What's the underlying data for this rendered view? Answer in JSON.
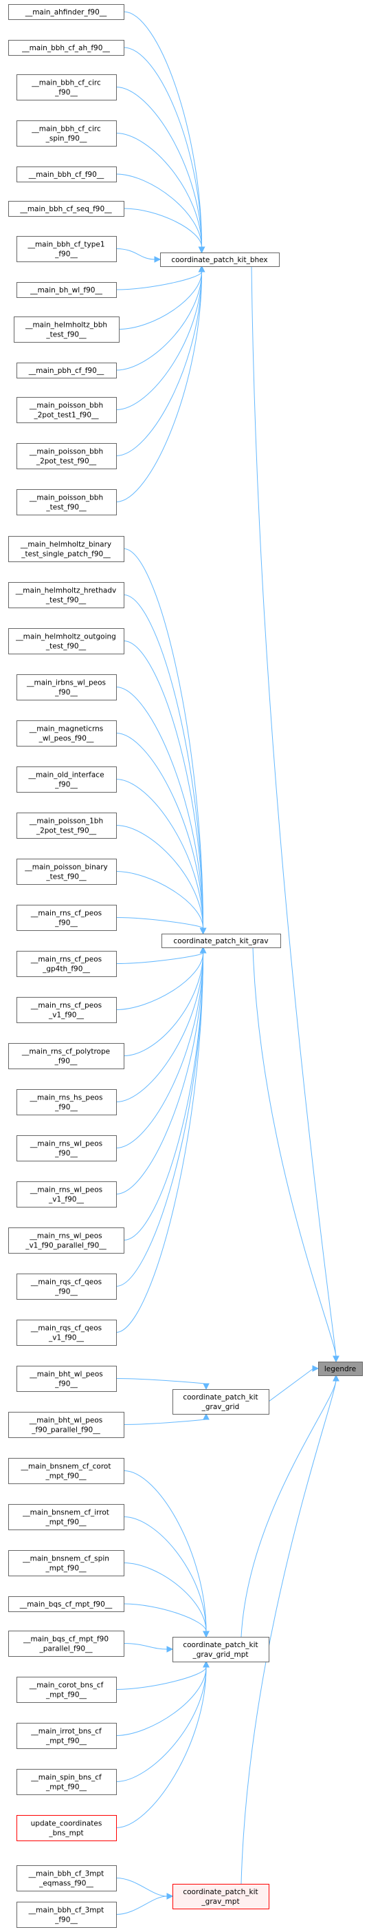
{
  "colors": {
    "node_fill": "#ffffff",
    "node_border": "#666666",
    "red_border": "#ff0000",
    "pink_fill": "#fff0f0",
    "selected_fill": "#999999",
    "edge": "#63b8ff"
  },
  "nodes": {
    "legendre": [
      "legendre"
    ],
    "bhex": [
      "coordinate_patch_kit_bhex"
    ],
    "grav": [
      "coordinate_patch_kit_grav"
    ],
    "grav_grid": [
      "coordinate_patch_kit",
      "_grav_grid"
    ],
    "grav_grid_mpt": [
      "coordinate_patch_kit",
      "_grav_grid_mpt"
    ],
    "grav_mpt": [
      "coordinate_patch_kit",
      "_grav_mpt"
    ],
    "a1": [
      "__main_ahfinder_f90__"
    ],
    "a2": [
      "__main_bbh_cf_ah_f90__"
    ],
    "a3": [
      "__main_bbh_cf_circ",
      "_f90__"
    ],
    "a4": [
      "__main_bbh_cf_circ",
      "_spin_f90__"
    ],
    "a5": [
      "__main_bbh_cf_f90__"
    ],
    "a6": [
      "__main_bbh_cf_seq_f90__"
    ],
    "a7": [
      "__main_bbh_cf_type1",
      "_f90__"
    ],
    "a8": [
      "__main_bh_wl_f90__"
    ],
    "a9": [
      "__main_helmholtz_bbh",
      "_test_f90__"
    ],
    "a10": [
      "__main_pbh_cf_f90__"
    ],
    "a11": [
      "__main_poisson_bbh",
      "_2pot_test1_f90__"
    ],
    "a12": [
      "__main_poisson_bbh",
      "_2pot_test_f90__"
    ],
    "a13": [
      "__main_poisson_bbh",
      "_test_f90__"
    ],
    "b1": [
      "__main_helmholtz_binary",
      "_test_single_patch_f90__"
    ],
    "b2": [
      "__main_helmholtz_hrethadv",
      "_test_f90__"
    ],
    "b3": [
      "__main_helmholtz_outgoing",
      "_test_f90__"
    ],
    "b4": [
      "__main_irbns_wl_peos",
      "_f90__"
    ],
    "b5": [
      "__main_magneticrns",
      "_wl_peos_f90__"
    ],
    "b6": [
      "__main_old_interface",
      "_f90__"
    ],
    "b7": [
      "__main_poisson_1bh",
      "_2pot_test_f90__"
    ],
    "b8": [
      "__main_poisson_binary",
      "_test_f90__"
    ],
    "b9": [
      "__main_rns_cf_peos",
      "_f90__"
    ],
    "b10": [
      "__main_rns_cf_peos",
      "_gp4th_f90__"
    ],
    "b11": [
      "__main_rns_cf_peos",
      "_v1_f90__"
    ],
    "b12": [
      "__main_rns_cf_polytrope",
      "_f90__"
    ],
    "b13": [
      "__main_rns_hs_peos",
      "_f90__"
    ],
    "b14": [
      "__main_rns_wl_peos",
      "_f90__"
    ],
    "b15": [
      "__main_rns_wl_peos",
      "_v1_f90__"
    ],
    "b16": [
      "__main_rns_wl_peos",
      "_v1_f90_parallel_f90__"
    ],
    "b17": [
      "__main_rqs_cf_qeos",
      "_f90__"
    ],
    "b18": [
      "__main_rqs_cf_qeos",
      "_v1_f90__"
    ],
    "c1": [
      "__main_bht_wl_peos",
      "_f90__"
    ],
    "c2": [
      "__main_bht_wl_peos",
      "_f90_parallel_f90__"
    ],
    "d1": [
      "__main_bnsnem_cf_corot",
      "_mpt_f90__"
    ],
    "d2": [
      "__main_bnsnem_cf_irrot",
      "_mpt_f90__"
    ],
    "d3": [
      "__main_bnsnem_cf_spin",
      "_mpt_f90__"
    ],
    "d4": [
      "__main_bqs_cf_mpt_f90__"
    ],
    "d5": [
      "__main_bqs_cf_mpt_f90",
      "_parallel_f90__"
    ],
    "d6": [
      "__main_corot_bns_cf",
      "_mpt_f90__"
    ],
    "d7": [
      "__main_irrot_bns_cf",
      "_mpt_f90__"
    ],
    "d8": [
      "__main_spin_bns_cf",
      "_mpt_f90__"
    ],
    "d9": [
      "update_coordinates",
      "_bns_mpt"
    ],
    "e1": [
      "__main_bbh_cf_3mpt",
      "_eqmass_f90__"
    ],
    "e2": [
      "__main_bbh_cf_3mpt",
      "_f90__"
    ]
  }
}
